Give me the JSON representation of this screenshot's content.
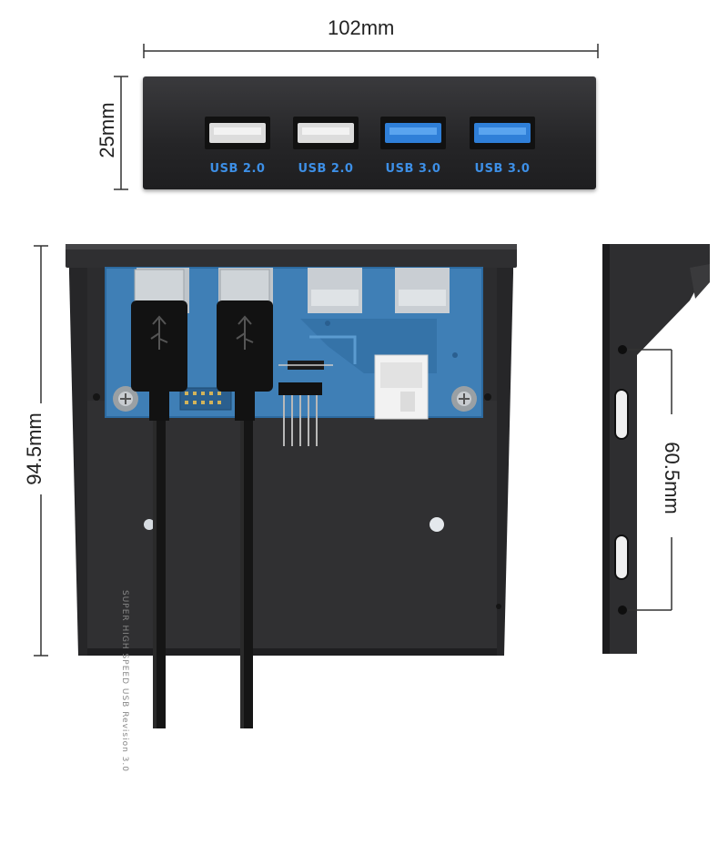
{
  "dimensions": {
    "width": "102mm",
    "panel_height": "25mm",
    "total_height": "94.5mm",
    "mount_spacing": "60.5mm"
  },
  "ports": [
    {
      "label": "USB 2.0",
      "color": "#d9d9d9"
    },
    {
      "label": "USB 2.0",
      "color": "#d9d9d9"
    },
    {
      "label": "USB 3.0",
      "color": "#2f7fd8"
    },
    {
      "label": "USB 3.0",
      "color": "#2f7fd8"
    }
  ],
  "cable_text": "SUPER HIGH SPEED USB Revision 3.0",
  "colors": {
    "panel": "#2a2a2c",
    "bracket": "#2e2e30",
    "pcb": "#3f7fb6",
    "cable": "#151515",
    "usb_blue": "#3d8fe6"
  }
}
